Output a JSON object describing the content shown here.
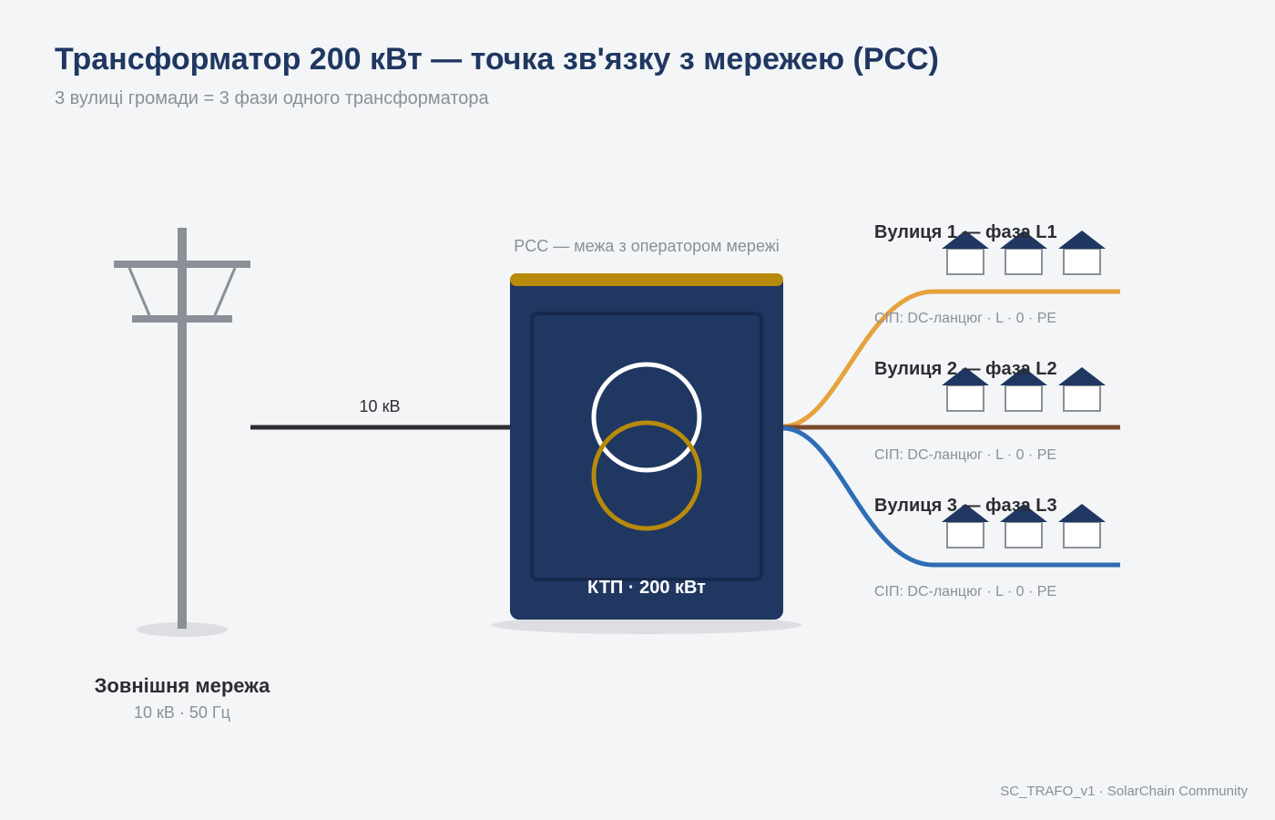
{
  "header": {
    "title": "Трансформатор 200 кВт — точка зв'язку з мережею (PCC)",
    "subtitle": "3 вулиці громади = 3 фази одного трансформатора"
  },
  "grid": {
    "name": "Зовнішня мережа",
    "specs": "10 кВ · 50 Гц",
    "line_label": "10 кВ"
  },
  "transformer": {
    "pcc_label": "PCC — межа з оператором мережі",
    "label": "КТП · 200 кВт"
  },
  "streets": [
    {
      "title": "Вулиця 1 — фаза L1",
      "cable": "СІП: DC-ланцюг · L · 0 · PE",
      "color": "#e6a23c"
    },
    {
      "title": "Вулиця 2 — фаза L2",
      "cable": "СІП: DC-ланцюг · L · 0 · PE",
      "color": "#7a4a2c"
    },
    {
      "title": "Вулиця 3 — фаза L3",
      "cable": "СІП: DC-ланцюг · L · 0 · PE",
      "color": "#2f6db5"
    }
  ],
  "colors": {
    "navy": "#1f3761",
    "gold": "#b88a0b",
    "pole": "#8a8f98"
  },
  "footer": "SC_TRAFO_v1 · SolarChain Community"
}
